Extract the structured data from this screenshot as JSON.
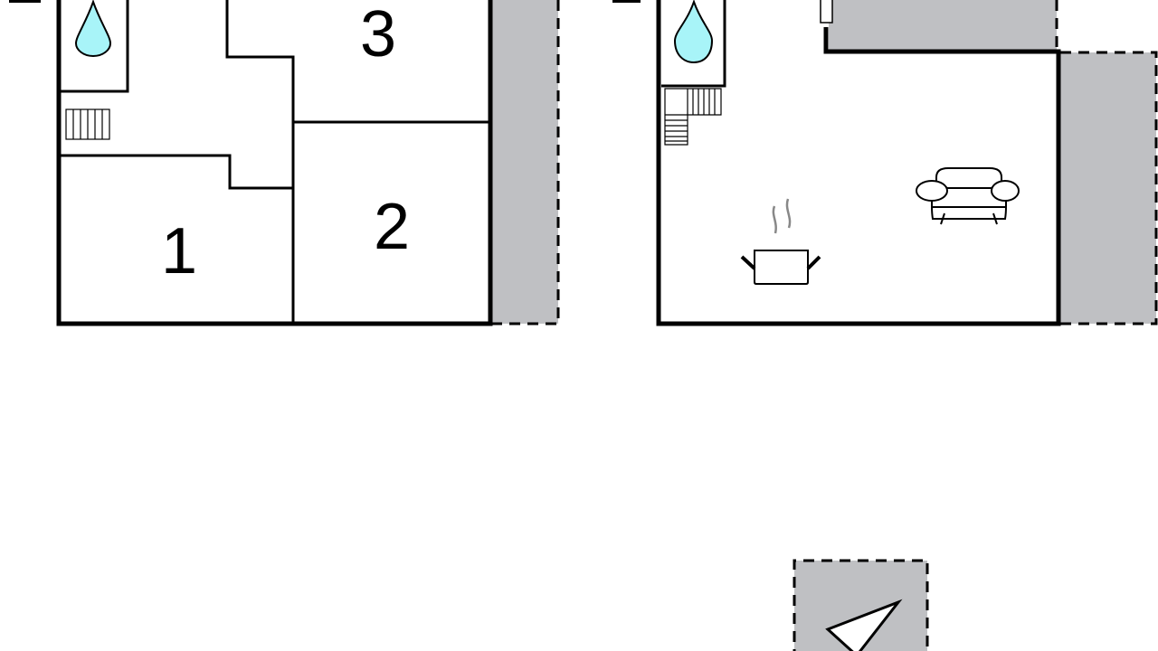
{
  "floor_plan": {
    "rooms": [
      {
        "label": "1"
      },
      {
        "label": "2"
      },
      {
        "label": "3"
      }
    ],
    "icons": [
      "water-drop-icon",
      "stairs-icon",
      "cooking-pot-icon",
      "sofa-icon",
      "compass-arrow-icon"
    ],
    "colors": {
      "wall": "#000000",
      "terrace": "#bfc0c3",
      "water": "#a8f4f8"
    }
  }
}
